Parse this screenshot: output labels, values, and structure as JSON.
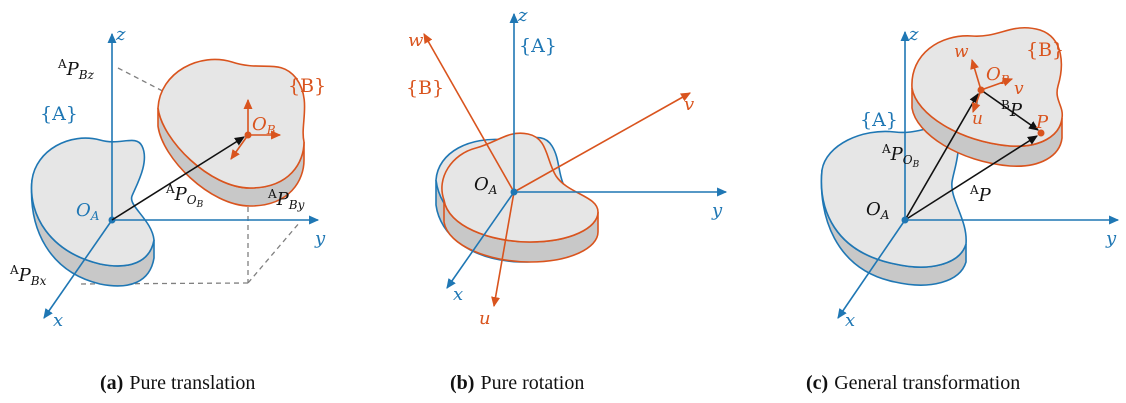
{
  "colors": {
    "frameA": "#1f77b4",
    "frameB": "#d9541e",
    "body_fill": "#e6e6e6",
    "body_side": "#c8c8c8",
    "vector": "#111111",
    "dashed": "#808080"
  },
  "panel_a": {
    "axis_z": "z",
    "axis_y": "y",
    "axis_x": "x",
    "frame_a_label": "{A}",
    "frame_b_label": "{B}",
    "origin_a": "O",
    "origin_a_sub": "A",
    "origin_b": "O",
    "origin_b_sub": "B",
    "vec_main": {
      "sup": "A",
      "base": "P",
      "sub": "O",
      "subsub": "B"
    },
    "proj_z": {
      "sup": "A",
      "base": "P",
      "sub": "Bz"
    },
    "proj_y": {
      "sup": "A",
      "base": "P",
      "sub": "By"
    },
    "proj_x": {
      "sup": "A",
      "base": "P",
      "sub": "Bx"
    }
  },
  "panel_b": {
    "axis_z": "z",
    "axis_y": "y",
    "axis_x": "x",
    "axis_u": "u",
    "axis_v": "v",
    "axis_w": "w",
    "frame_a_label": "{A}",
    "frame_b_label": "{B}",
    "origin_a": "O",
    "origin_a_sub": "A"
  },
  "panel_c": {
    "axis_z": "z",
    "axis_y": "y",
    "axis_x": "x",
    "axis_u": "u",
    "axis_v": "v",
    "axis_w": "w",
    "frame_a_label": "{A}",
    "frame_b_label": "{B}",
    "origin_a": "O",
    "origin_a_sub": "A",
    "origin_b": "O",
    "origin_b_sub": "B",
    "point_p": "P",
    "vec_ob": {
      "sup": "A",
      "base": "P",
      "sub": "O",
      "subsub": "B"
    },
    "vec_bp": {
      "sup": "B",
      "base": "P"
    },
    "vec_ap": {
      "sup": "A",
      "base": "P"
    }
  },
  "captions": [
    {
      "tag": "(a)",
      "text": "Pure translation"
    },
    {
      "tag": "(b)",
      "text": "Pure rotation"
    },
    {
      "tag": "(c)",
      "text": "General transformation"
    }
  ]
}
